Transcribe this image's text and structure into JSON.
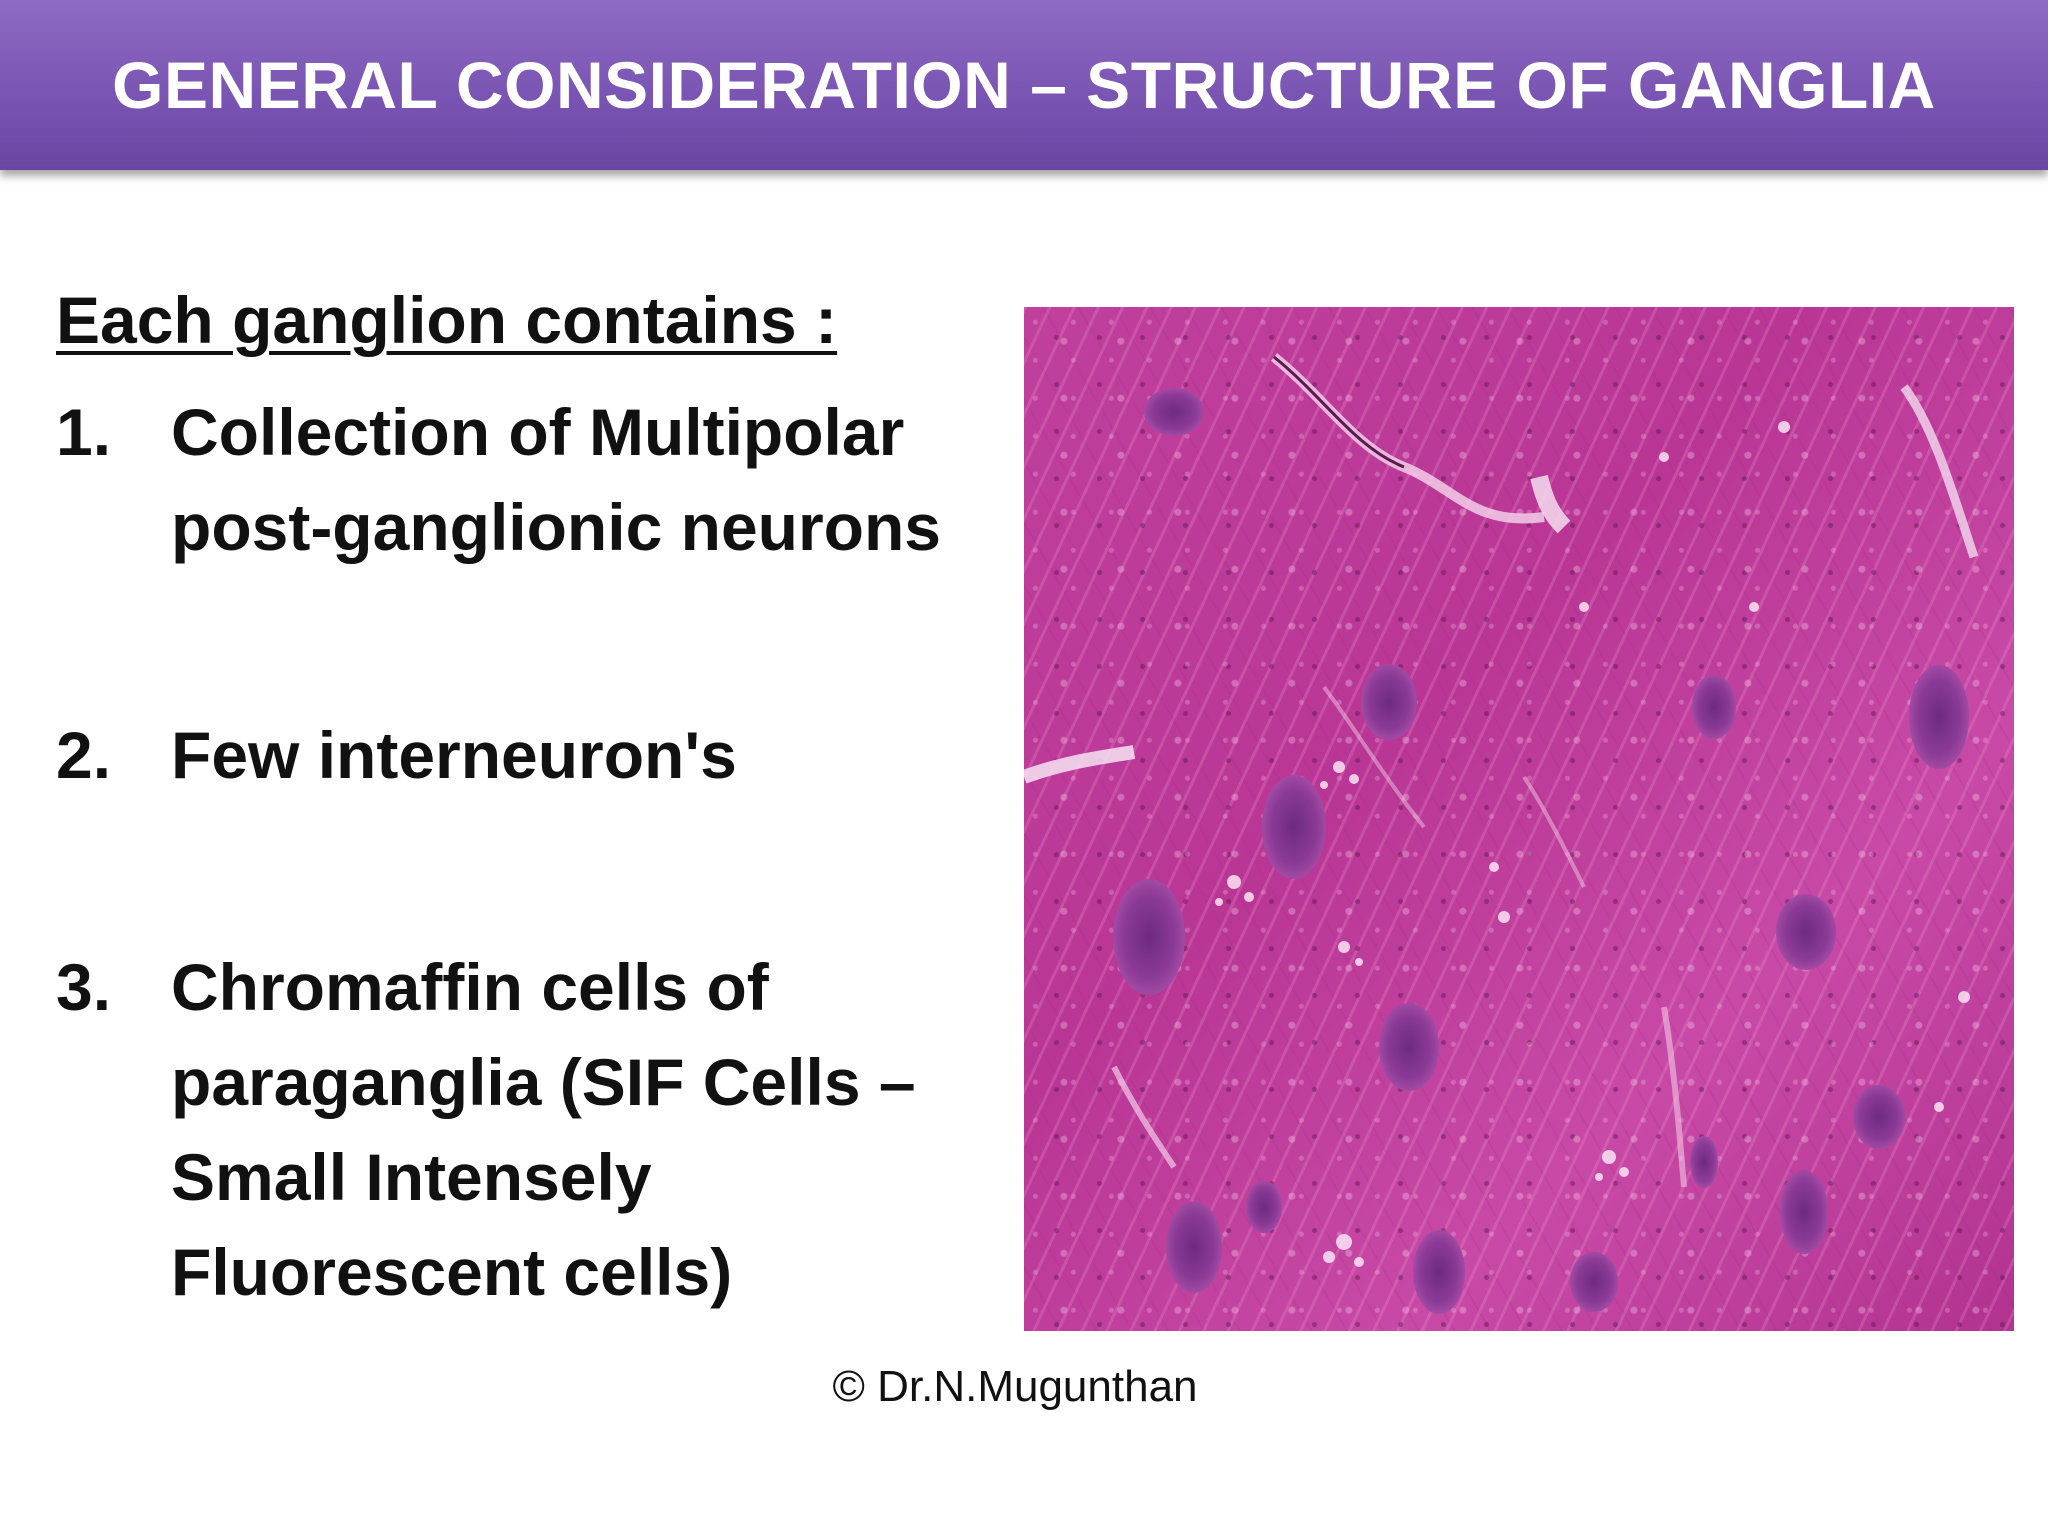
{
  "slide": {
    "title": "GENERAL CONSIDERATION – STRUCTURE OF GANGLIA",
    "heading": "Each ganglion contains :",
    "items": [
      {
        "number": "1.",
        "text": "Collection of Multipolar\npost-ganglionic neurons"
      },
      {
        "number": "2.",
        "text": "Few  interneuron's"
      },
      {
        "number": "3.",
        "text": "Chromaffin cells of\nparaganglia (SIF Cells –\nSmall Intensely\nFluorescent cells)"
      }
    ],
    "footer": "© Dr.N.Mugunthan"
  },
  "colors": {
    "title_bar": "#7a55b3",
    "title_text": "#ffffff",
    "tissue_stain": "#c0409d",
    "neuron_stain": "#7a2f86"
  }
}
